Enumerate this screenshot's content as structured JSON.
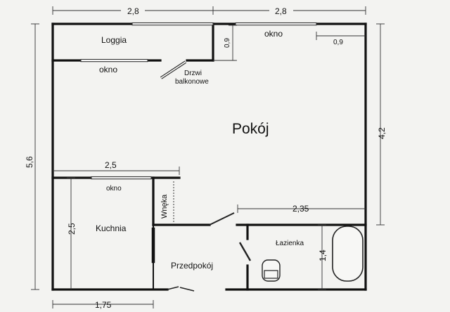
{
  "rooms": {
    "pokoj": "Pokój",
    "loggia": "Loggia",
    "kuchnia": "Kuchnia",
    "przedpokoj": "Przedpokój",
    "lazienka": "Łazienka",
    "wneka": "Wnęka"
  },
  "labels": {
    "okno_loggia_top": "okno",
    "okno_loggia_bottom": "okno",
    "okno_kitchen": "okno",
    "drzwi_line1": "Drzwi",
    "drzwi_line2": "balkonowe"
  },
  "dimensions": {
    "top_left": "2,8",
    "top_right": "2,8",
    "loggia_depth": "0,9",
    "window_offset": "0,9",
    "right_height": "4,2",
    "left_height": "5,6",
    "kitchen_width": "2,5",
    "kitchen_height": "2,5",
    "bathroom_width": "2,35",
    "bathroom_height": "1,4",
    "bottom": "1,75"
  }
}
